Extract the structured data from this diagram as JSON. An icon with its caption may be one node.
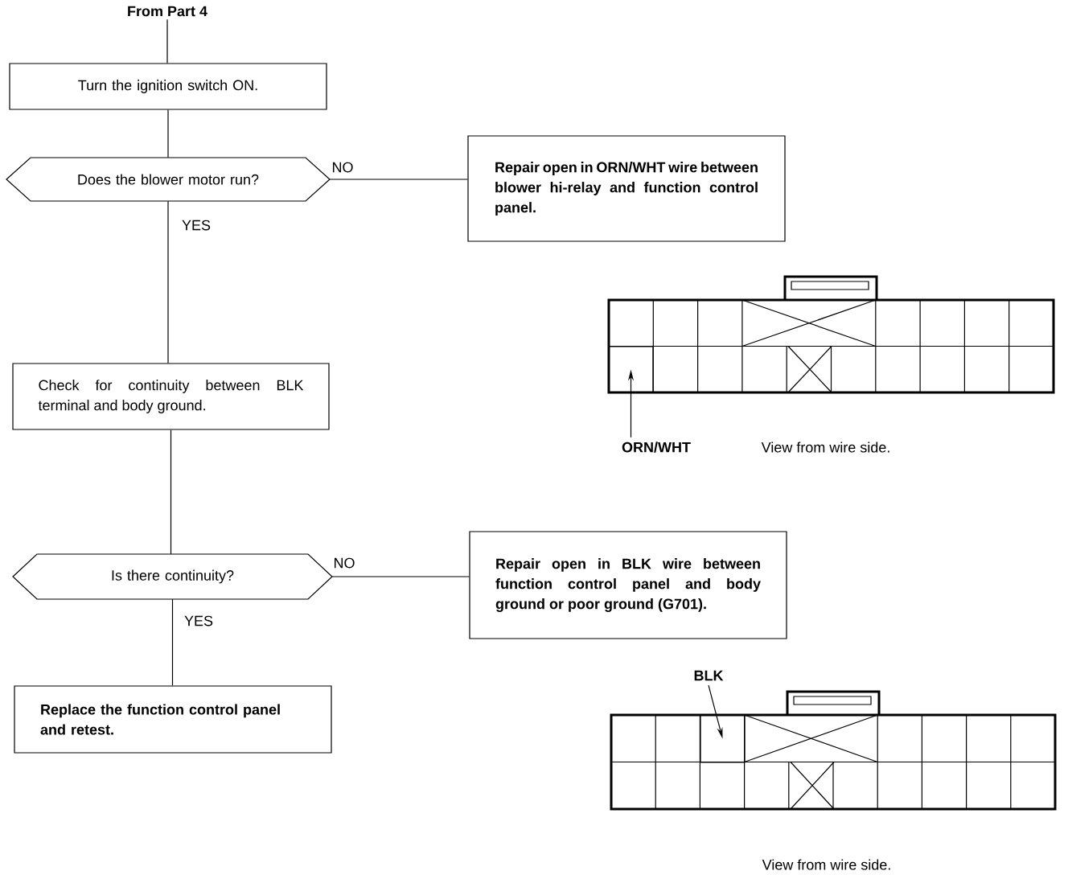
{
  "diagram": {
    "nodes": [
      {
        "text": [
          "From Part 4"
        ]
      },
      {
        "text": [
          "Turn the ignition switch ON."
        ]
      },
      {
        "text": [
          "Does the blower motor run?"
        ]
      },
      {
        "text": [
          "Repair open in ORN/WHT wire between blower hi-relay and function control panel."
        ]
      },
      {
        "text": [
          "Check for continuity between BLK terminal and body ground."
        ]
      },
      {
        "text": [
          "Is there continuity?"
        ]
      },
      {
        "text": [
          "Repair open in BLK wire between function control panel and body ground or poor ground (G701)."
        ]
      },
      {
        "text": [
          "Replace the function control panel and retest."
        ]
      },
      {
        "text": [
          "ORN/WHT"
        ]
      },
      {
        "text": [],
        "shape": "box"
      },
      {
        "text": [
          "BLK"
        ]
      },
      {
        "text": [],
        "shape": "box"
      }
    ],
    "edges": [
      {
        "from": 0,
        "to": 1,
        "arrow": "none"
      },
      {
        "from": 1,
        "to": 2,
        "arrow": "none"
      },
      {
        "from": 2,
        "to": 3,
        "arrow": "none",
        "label": "NO"
      },
      {
        "from": 2,
        "to": 4,
        "arrow": "none",
        "label": "YES"
      },
      {
        "from": 4,
        "to": 5,
        "arrow": "none"
      },
      {
        "from": 5,
        "to": 6,
        "arrow": "none",
        "label": "NO"
      },
      {
        "from": 5,
        "to": 7,
        "arrow": "none",
        "label": "YES"
      },
      {
        "from": 8,
        "to": 9,
        "arrow": "to"
      },
      {
        "from": 10,
        "to": 11,
        "arrow": "to"
      }
    ],
    "labels": [
      "View from wire side.",
      "View from wire side."
    ]
  }
}
